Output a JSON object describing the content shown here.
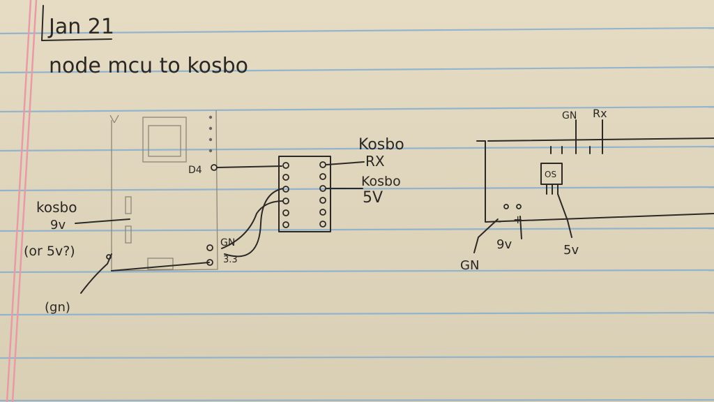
{
  "page": {
    "date": "Jan 21",
    "heading": "node mcu to kosbo"
  },
  "left_diagram": {
    "pin_label": "D4",
    "power_label": "GN",
    "power_sub": "3.3",
    "kosbo_note": "kosbo",
    "kosbo_note_2": "9v",
    "kosbo_note_3": "(or 5v?)",
    "gnd_label": "(gn)"
  },
  "header_board": {
    "top_label": "Kosbo",
    "rx_label": "RX",
    "mid_label": "Kosbo",
    "v_label": "5V"
  },
  "right_diagram": {
    "top_gn": "GN",
    "top_rx": "Rx",
    "chip_label": "OS",
    "minus": "-",
    "plus": "+",
    "gnd_label": "GN",
    "nine_v": "9v",
    "five_v": "5v"
  },
  "colors": {
    "paper": "#e3d9c0",
    "rule_line": "#7fa7c9",
    "margin_line": "#e49aa4",
    "ink": "#2a2724"
  }
}
